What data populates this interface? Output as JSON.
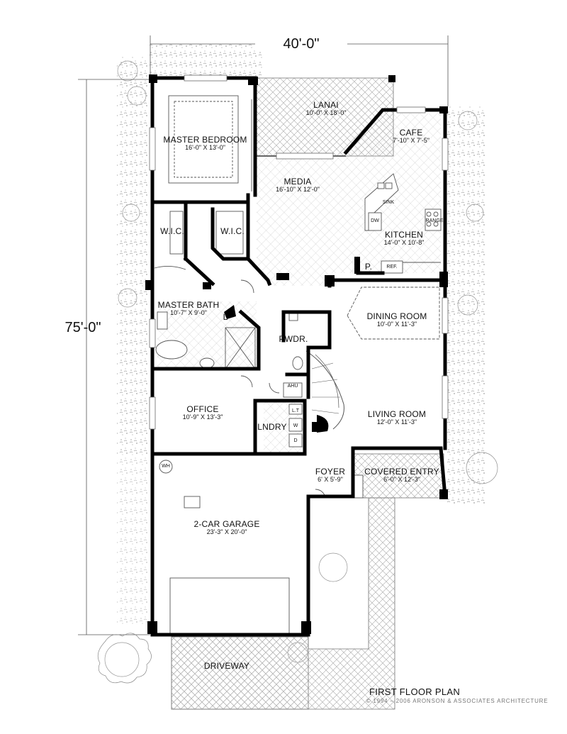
{
  "dimensions": {
    "width": "40'-0\"",
    "depth": "75'-0\""
  },
  "rooms": {
    "lanai": {
      "name": "LANAI",
      "size": "10'-0\" X 18'-0\""
    },
    "cafe": {
      "name": "CAFE",
      "size": "7'-10\" X 7'-5\""
    },
    "master_bedroom": {
      "name": "MASTER BEDROOM",
      "size": "16'-0\" X 13'-0\""
    },
    "media": {
      "name": "MEDIA",
      "size": "16'-10\" X 12'-0\""
    },
    "kitchen": {
      "name": "KITCHEN",
      "size": "14'-0\" X 10'-8\""
    },
    "wic_left": {
      "name": "W.I.C."
    },
    "wic_right": {
      "name": "W.I.C."
    },
    "master_bath": {
      "name": "MASTER BATH",
      "size": "10'-7\" X 9'-0\""
    },
    "linen": {
      "name": "L"
    },
    "pantry": {
      "name": "P."
    },
    "dining_room": {
      "name": "DINING ROOM",
      "size": "10'-0\" X 11'-3\""
    },
    "powder": {
      "name": "PWDR."
    },
    "office": {
      "name": "OFFICE",
      "size": "10'-9\" X 13'-3\""
    },
    "laundry": {
      "name": "LNDRY"
    },
    "living_room": {
      "name": "LIVING ROOM",
      "size": "12'-0\" X 11'-3\""
    },
    "foyer": {
      "name": "FOYER",
      "size": "6' X 5'-9\""
    },
    "covered_entry": {
      "name": "COVERED ENTRY",
      "size": "6'-0\" X 12'-3\""
    },
    "garage": {
      "name": "2-CAR GARAGE",
      "size": "23'-3\" X 20'-0\""
    },
    "driveway": {
      "name": "DRIVEWAY"
    }
  },
  "fixtures": {
    "sink": "SINK",
    "dw": "DW",
    "range": "RANGE",
    "ref": "REF.",
    "ahu": "AHU",
    "lt": "L.T",
    "washer": "W",
    "dryer": "D",
    "water_heater": "WH"
  },
  "title": "FIRST FLOOR PLAN",
  "copyright": "© 1994 – 2006 ARONSON & ASSOCIATES ARCHITECTURE",
  "colors": {
    "wall": "#000000",
    "line": "#444444",
    "hatch": "#b5b5b5",
    "foliage": "#8a8a8a"
  }
}
